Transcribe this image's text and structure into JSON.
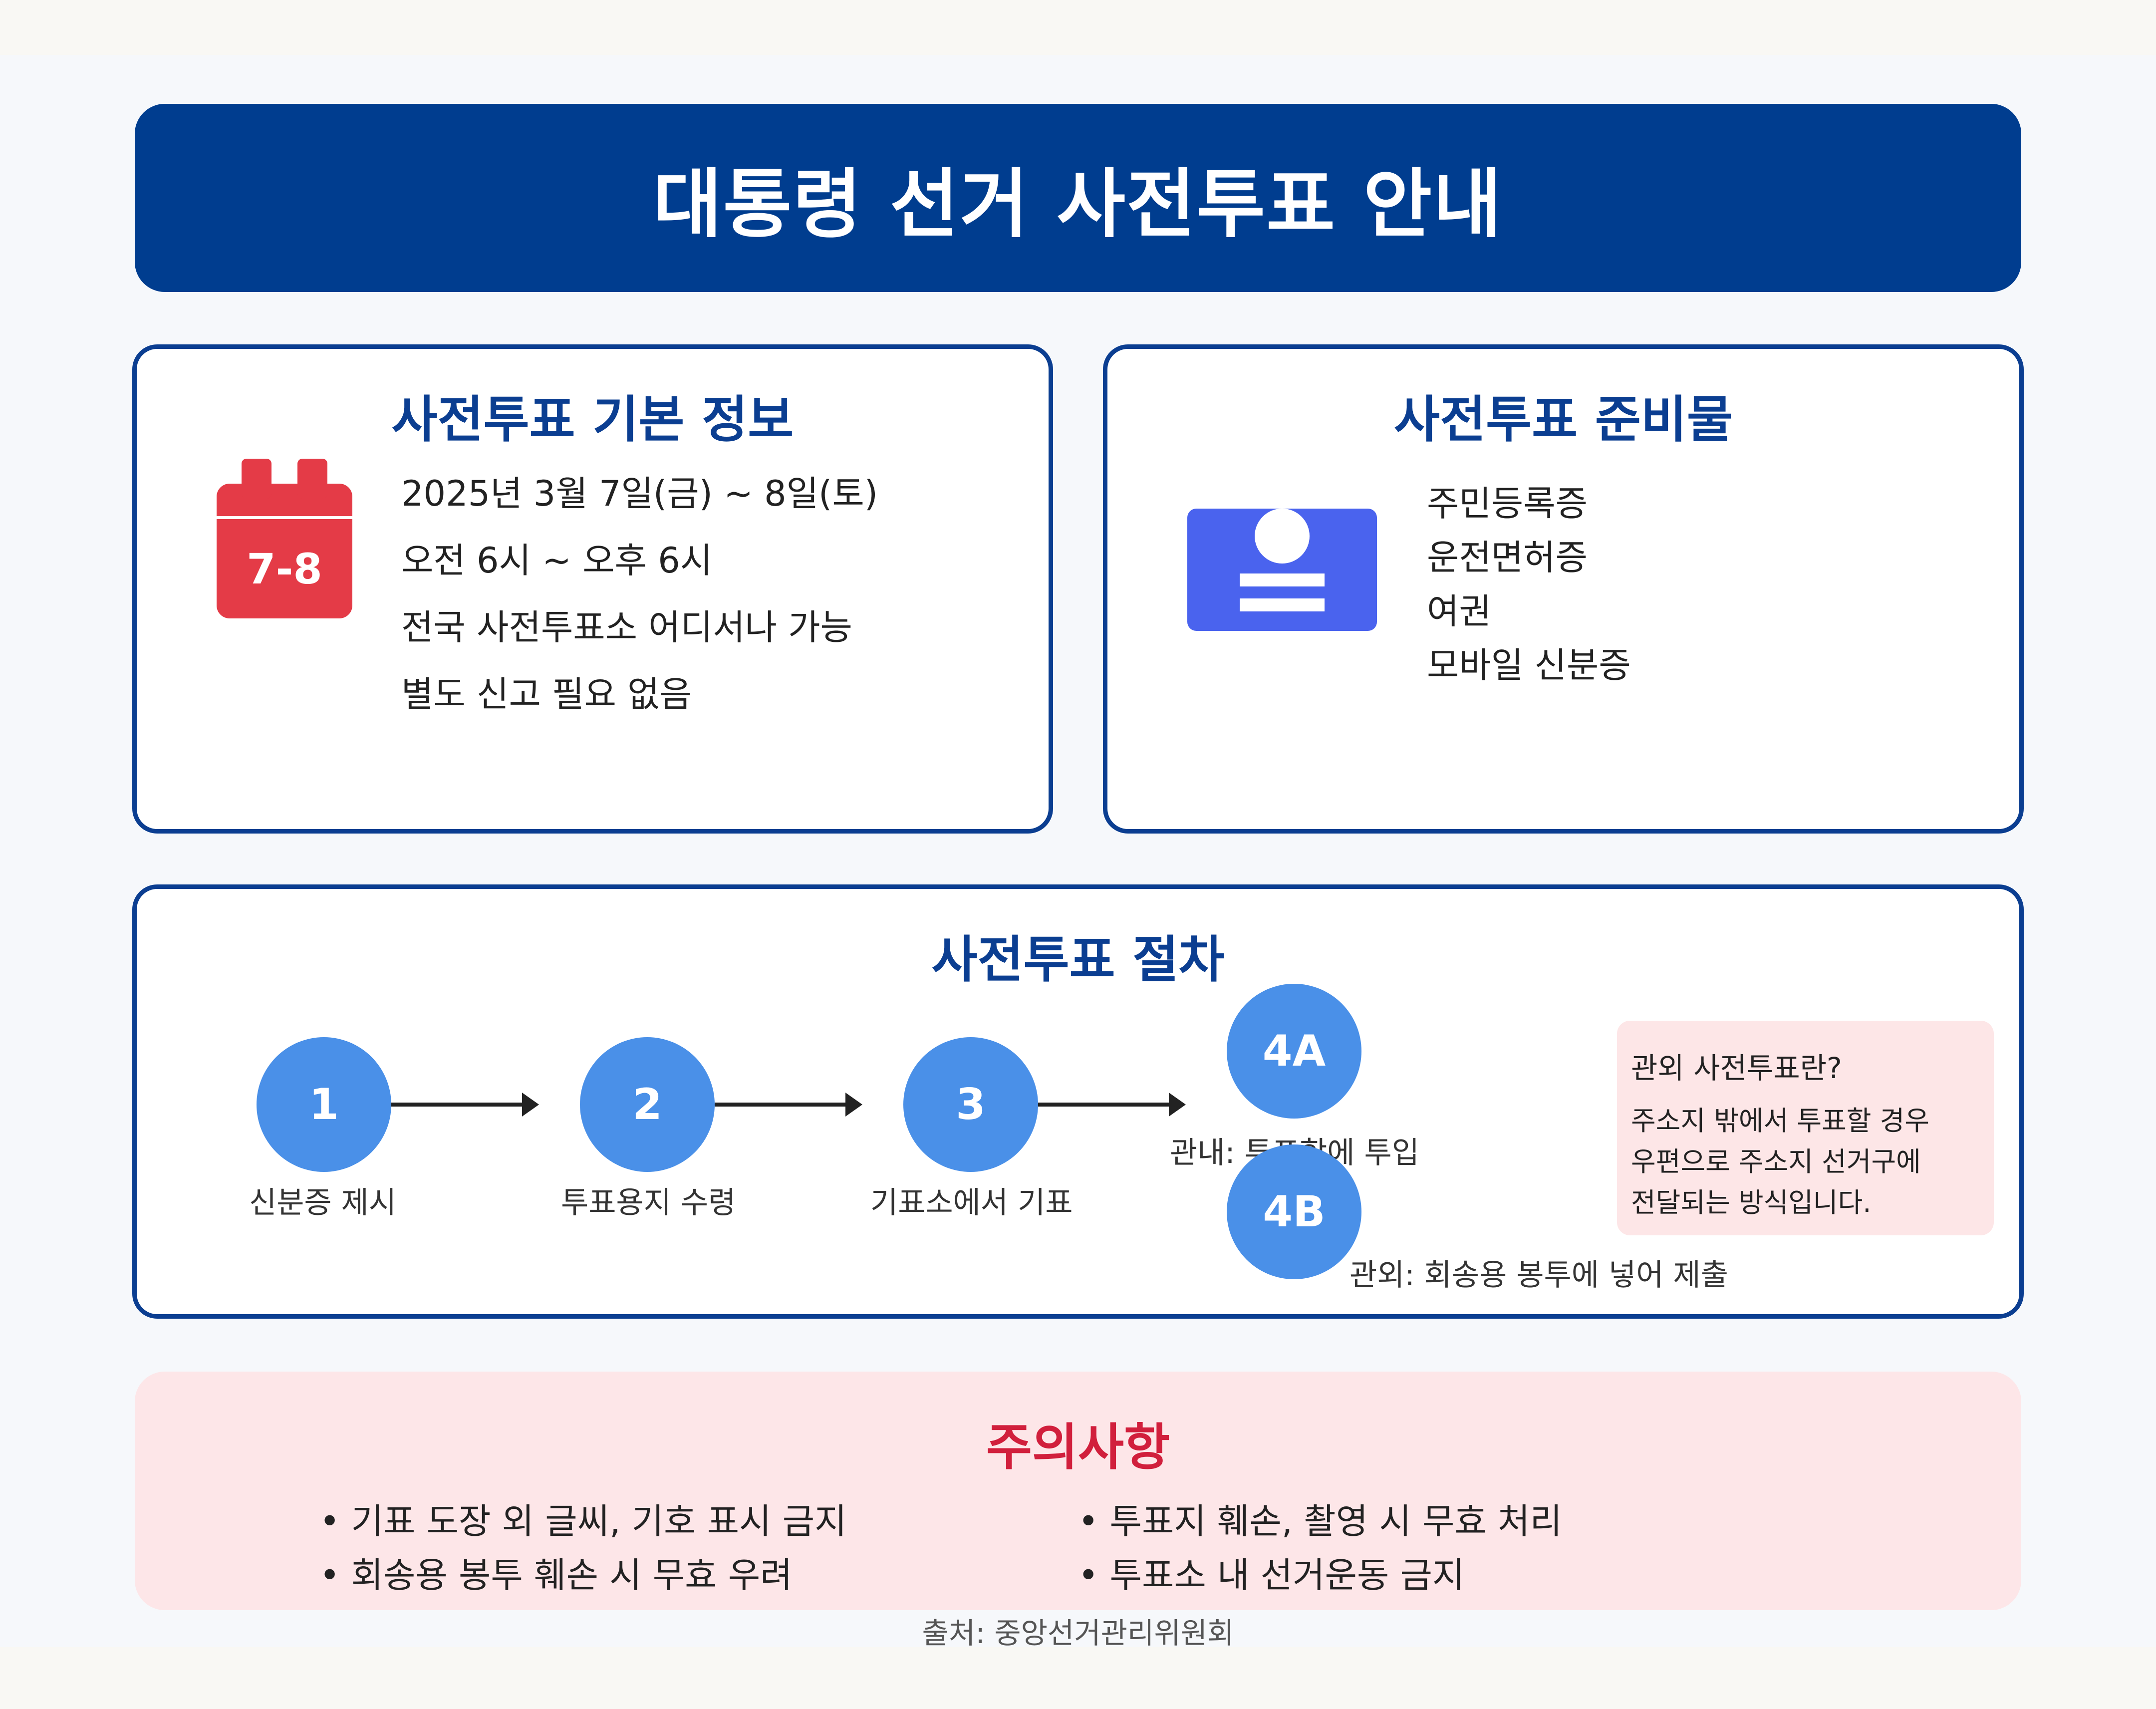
{
  "title": "대통령 선거 사전투표 안내",
  "info": {
    "title": "사전투표 기본 정보",
    "calendar_badge": "7-8",
    "lines": [
      "2025년 3월 7일(금) ~ 8일(토)",
      "오전 6시 ~ 오후 6시",
      "전국 사전투표소 어디서나 가능",
      "별도 신고 필요 없음"
    ]
  },
  "prep": {
    "title": "사전투표 준비물",
    "items": [
      "주민등록증",
      "운전면허증",
      "여권",
      "모바일 신분증"
    ]
  },
  "procedure": {
    "title": "사전투표 절차",
    "steps": [
      {
        "num": "1",
        "label": "신분증 제시"
      },
      {
        "num": "2",
        "label": "투표용지 수령"
      },
      {
        "num": "3",
        "label": "기표소에서 기표"
      },
      {
        "num": "4A",
        "label": "관내: 투표함에 투입"
      },
      {
        "num": "4B",
        "label": "관외: 회송용 봉투에 넣어 제출"
      }
    ],
    "note": {
      "title": "관외 사전투표란?",
      "lines": [
        "주소지 밖에서 투표할 경우",
        "우편으로 주소지 선거구에",
        "전달되는 방식입니다."
      ]
    }
  },
  "caution": {
    "title": "주의사항",
    "left": [
      "• 기표 도장 외 글씨, 기호 표시 금지",
      "• 회송용 봉투 훼손 시 무효 우려"
    ],
    "right": [
      "• 투표지 훼손, 촬영 시 무효 처리",
      "• 투표소 내 선거운동 금지"
    ]
  },
  "source": "출처: 중앙선거관리위원회",
  "colors": {
    "header_blue": "#003d8f",
    "step_blue": "#4a90e8",
    "calendar_red": "#e43b47",
    "id_card_blue": "#4a63ee",
    "caution_red": "#d11f3c",
    "caution_bg": "#fde6e8"
  }
}
